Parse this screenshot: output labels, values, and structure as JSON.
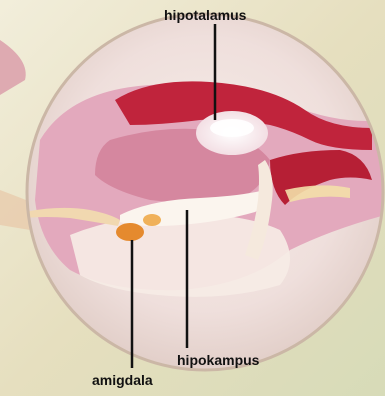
{
  "labels": {
    "hypothalamus": "hipotalamus",
    "hippocampus": "hipokampus",
    "amygdala": "amigdala"
  },
  "colors": {
    "background": "#e9e3c7",
    "tissue_pink": "#d98aa6",
    "tissue_red": "#c0243c",
    "highlight_white": "#fbf5ee",
    "amygdala_orange": "#e58a2e",
    "leader_line": "#111111",
    "lens_edge": "#cbb7a6"
  }
}
